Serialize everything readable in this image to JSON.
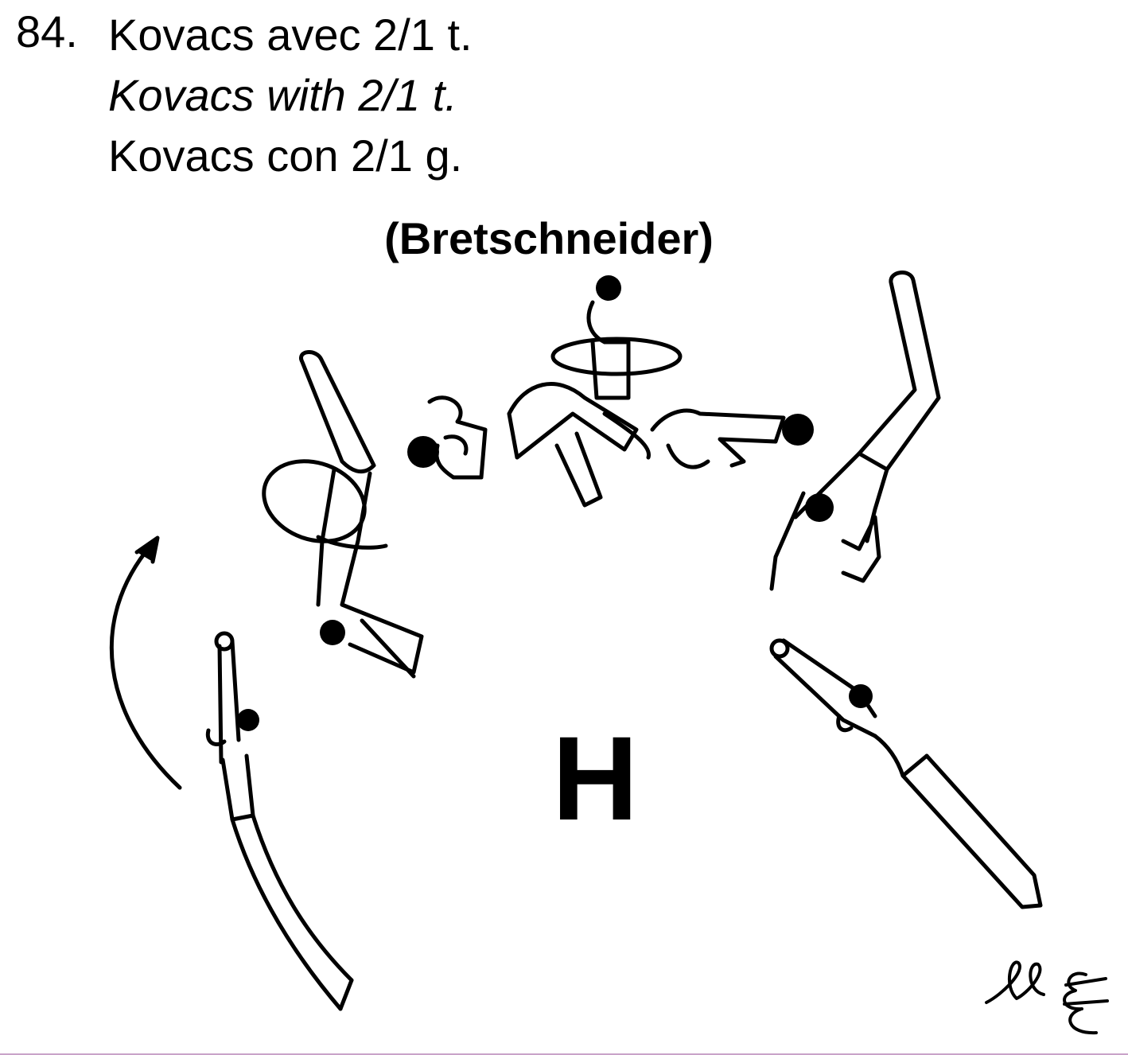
{
  "element": {
    "number": "84.",
    "name_fr": "Kovacs avec 2/1 t.",
    "name_en": "Kovacs with 2/1 t.",
    "name_es": "Kovacs con 2/1 g.",
    "author": "(Bretschneider)",
    "difficulty": "H"
  },
  "signature": "llε"
}
